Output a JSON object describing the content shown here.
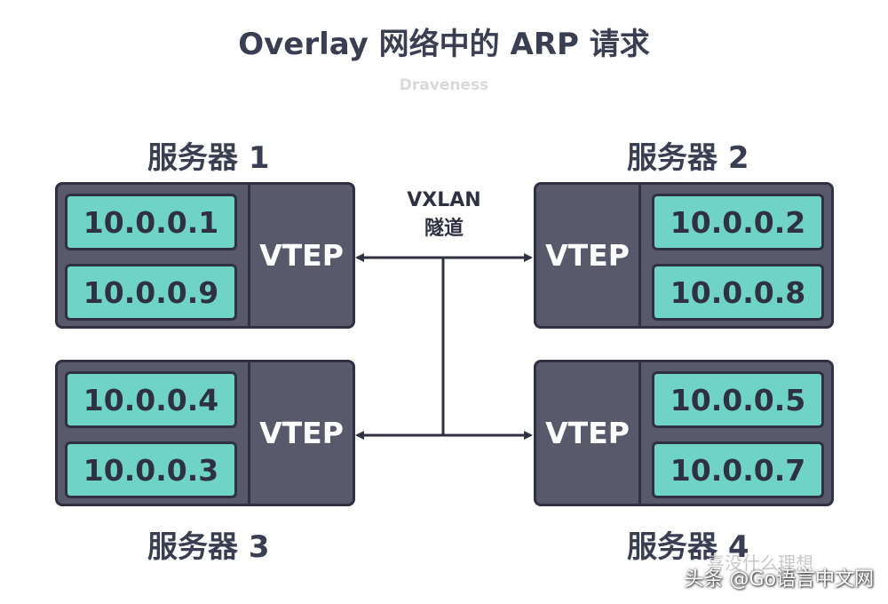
{
  "title": "Overlay 网络中的 ARP 请求",
  "subtitle": "Draveness",
  "tunnel": {
    "line1": "VXLAN",
    "line2": "隧道"
  },
  "servers": [
    {
      "label": "服务器 1",
      "vtep": "VTEP",
      "ips": [
        "10.0.0.1",
        "10.0.0.9"
      ]
    },
    {
      "label": "服务器 2",
      "vtep": "VTEP",
      "ips": [
        "10.0.0.2",
        "10.0.0.8"
      ]
    },
    {
      "label": "服务器 3",
      "vtep": "VTEP",
      "ips": [
        "10.0.0.4",
        "10.0.0.3"
      ]
    },
    {
      "label": "服务器 4",
      "vtep": "VTEP",
      "ips": [
        "10.0.0.5",
        "10.0.0.7"
      ]
    }
  ],
  "watermark": {
    "faint": "喜没什么理想",
    "main": "头条 @Go语言中文网"
  },
  "colors": {
    "server_bg": "#585a6c",
    "ip_bg": "#6fd3c5",
    "border": "#2f3142",
    "text": "#3a3e52"
  }
}
